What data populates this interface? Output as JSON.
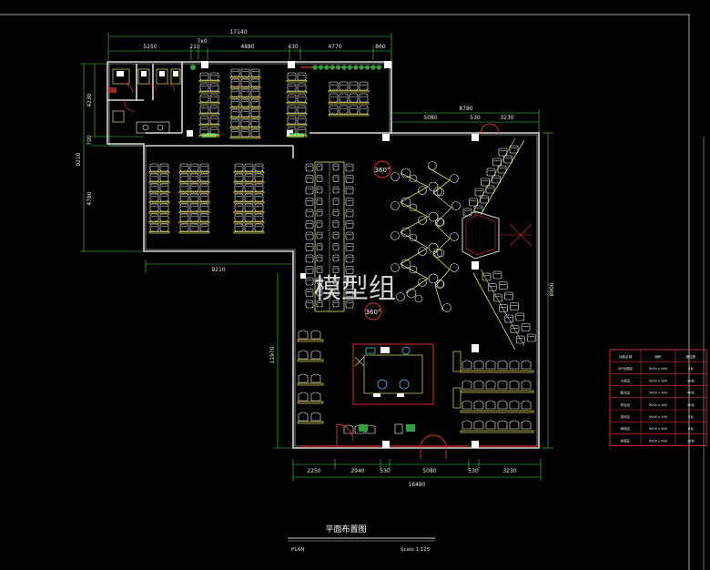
{
  "drawing": {
    "title": "平面布置图",
    "plan_label": "PLAN",
    "scale_label": "Scale 1:125",
    "watermark": "模型组",
    "dim_top_overall": "17140",
    "dim_top_segments": [
      "5250",
      "210",
      "4880",
      "430",
      "4770",
      "860"
    ],
    "dim_top_small": "7x0",
    "dim_left_1": "4230",
    "dim_left_2": "700",
    "dim_left_3": "9210",
    "dim_left_4": "4780",
    "dim_mid_h": "9210",
    "dim_left_lower": "11970",
    "dim_right_overall": "8780",
    "dim_right_segments": [
      "5080",
      "530",
      "3230"
    ],
    "dim_right_v": "8900",
    "dim_bottom_segments": [
      "2250",
      "2940",
      "530",
      "5080",
      "530",
      "3230"
    ],
    "dim_bottom_overall": "16480",
    "badge_360_a": "360°",
    "badge_360_b": "360°"
  },
  "legend_table": {
    "headers": [
      "功能区域",
      "面积",
      "座位数"
    ],
    "rows": [
      [
        "VIP包厢区",
        "9000 x 600",
        "4台"
      ],
      [
        "卡座区",
        "9000 x 600",
        "16台"
      ],
      [
        "散台区",
        "5000 x 400",
        "46台"
      ],
      [
        "吧台区",
        "9000 x 600",
        "18台"
      ],
      [
        "游戏区",
        "9000 x 400",
        "9台"
      ],
      [
        "网络区",
        "9000 x 600",
        "8台"
      ],
      [
        "收银区",
        "9000 x 600",
        "18台"
      ]
    ]
  },
  "colors": {
    "wall": "#d8d8d8",
    "furniture": "#e8e060",
    "chair": "#ffffff",
    "door": "#e03030",
    "dim": "#40e040",
    "cyan": "#40c0e0",
    "table_border": "#e03030",
    "plant": "#30a040"
  }
}
